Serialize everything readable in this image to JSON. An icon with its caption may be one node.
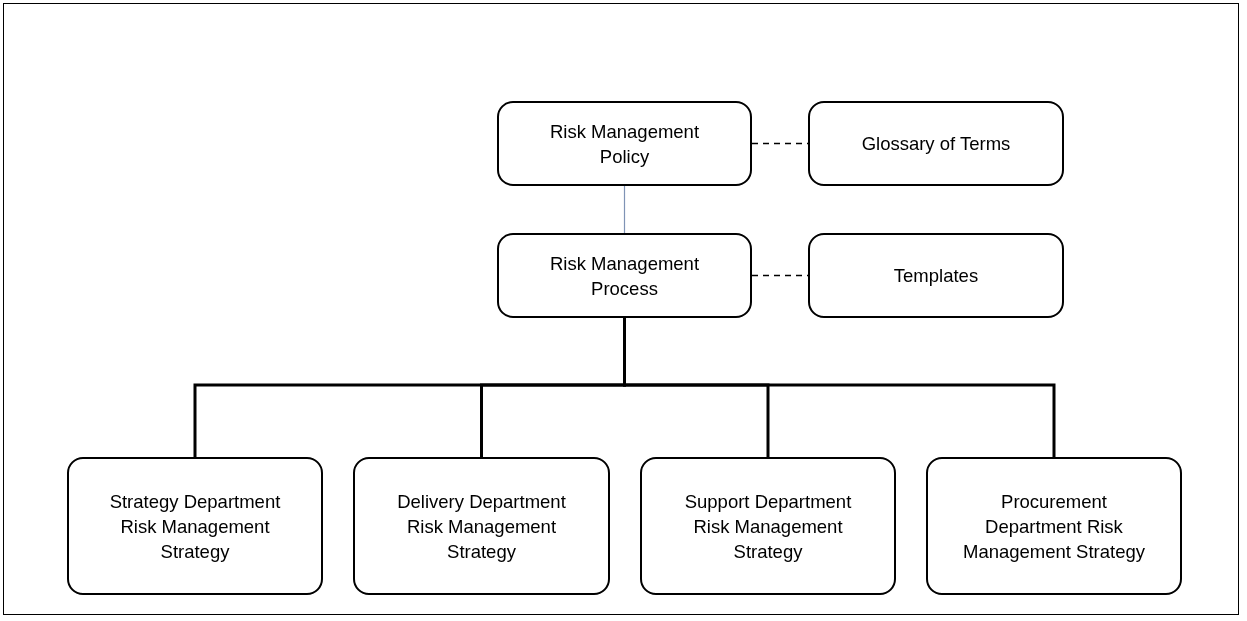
{
  "diagram": {
    "nodes": [
      {
        "text": [
          "Risk Management Policy"
        ]
      },
      {
        "text": [
          "Glossary of Terms"
        ]
      },
      {
        "text": [
          "Risk Management Process"
        ]
      },
      {
        "text": [
          "Templates"
        ]
      },
      {
        "text": [
          "Strategy Department Risk Management Strategy"
        ]
      },
      {
        "text": [
          "Delivery Department Risk Management Strategy"
        ]
      },
      {
        "text": [
          "Support Department Risk Management Strategy"
        ]
      },
      {
        "text": [
          "Procurement Department Risk Management Strategy"
        ]
      }
    ],
    "edges": [
      {
        "from": 0,
        "to": 1,
        "arrow": "none",
        "style": "dashed"
      },
      {
        "from": 0,
        "to": 2,
        "arrow": "none",
        "color": "#7f93b5"
      },
      {
        "from": 2,
        "to": 3,
        "arrow": "none",
        "style": "dashed"
      },
      {
        "from": 2,
        "to": 4,
        "arrow": "none"
      },
      {
        "from": 2,
        "to": 5,
        "arrow": "none"
      },
      {
        "from": 2,
        "to": 6,
        "arrow": "none"
      },
      {
        "from": 2,
        "to": 7,
        "arrow": "none"
      }
    ]
  }
}
